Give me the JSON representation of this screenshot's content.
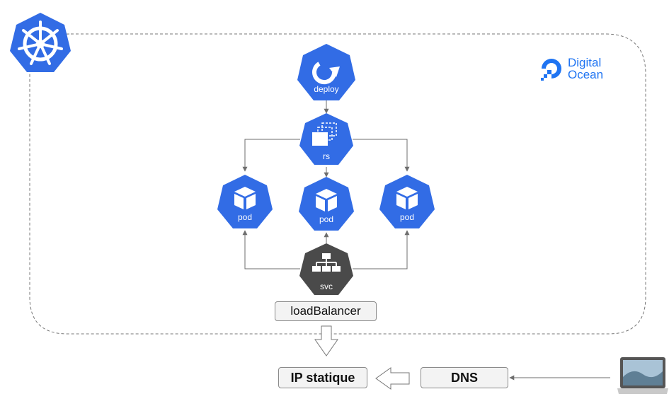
{
  "colors": {
    "k8s_blue": "#326ce5",
    "svc_dark": "#4a4a4a",
    "do_blue": "#1f74f2",
    "line_gray": "#6e6e6e"
  },
  "nodes": {
    "deploy": {
      "label": "deploy",
      "icon": "deploy-refresh-icon"
    },
    "rs": {
      "label": "rs",
      "icon": "replicaset-stack-icon"
    },
    "pod_left": {
      "label": "pod",
      "icon": "pod-cube-icon"
    },
    "pod_center": {
      "label": "pod",
      "icon": "pod-cube-icon"
    },
    "pod_right": {
      "label": "pod",
      "icon": "pod-cube-icon"
    },
    "svc": {
      "label": "svc",
      "icon": "service-hierarchy-icon"
    }
  },
  "boxes": {
    "load_balancer": "loadBalancer",
    "ip_statique": "IP statique",
    "dns": "DNS"
  },
  "brand": {
    "line1": "Digital",
    "line2": "Ocean",
    "logo_icon": "digitalocean-logo-icon",
    "k8s_icon": "kubernetes-helm-icon"
  },
  "client": {
    "icon": "laptop-icon"
  }
}
